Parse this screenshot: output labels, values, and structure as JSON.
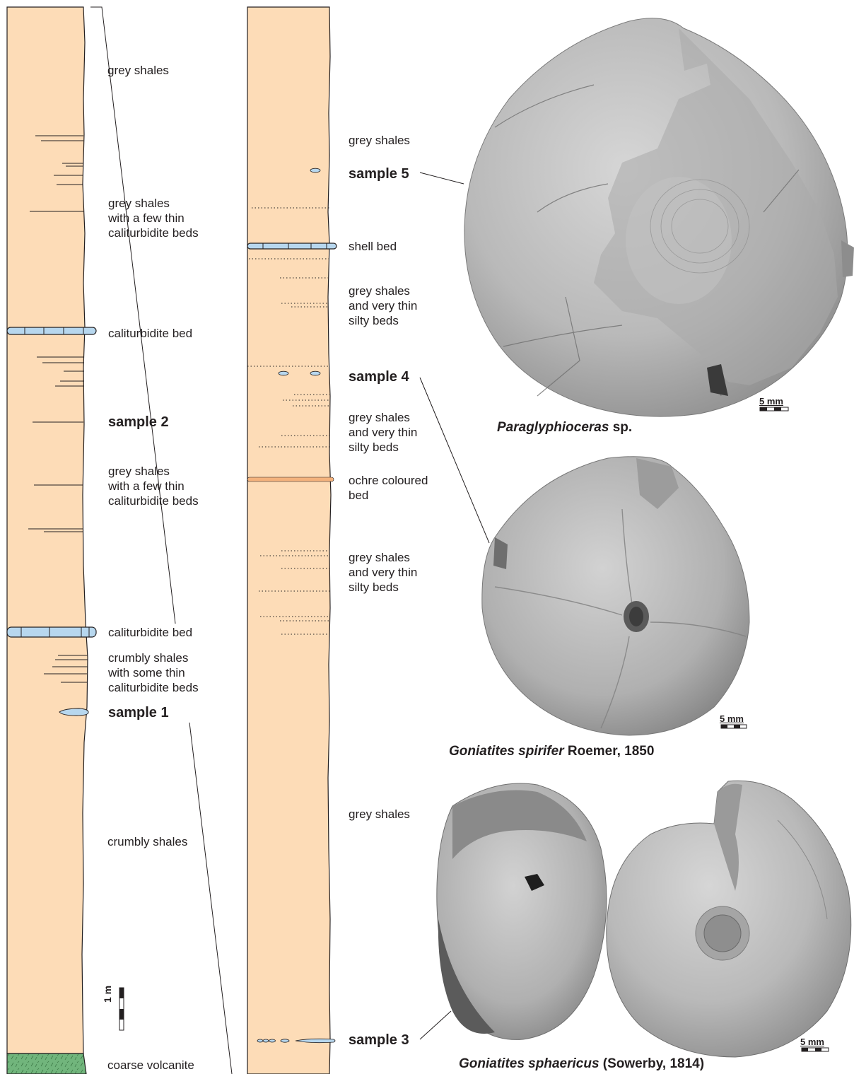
{
  "colors": {
    "shale": "#fddcb7",
    "calciturbidite": "#b7d7ee",
    "ochre": "#f4b27c",
    "volcanite": "#71b57c",
    "line": "#231f20"
  },
  "left_column": {
    "labels": [
      "grey shales",
      "grey shales\nwith a few thin\ncaliturbidite beds",
      "caliturbidite bed",
      "grey shales\nwith a few thin\ncaliturbidite beds",
      "caliturbidite bed",
      "crumbly shales\nwith some thin\ncaliturbidite beds",
      "crumbly shales",
      "coarse volcanite"
    ],
    "samples": [
      "sample 2",
      "sample 1"
    ],
    "scale_label": "1 m"
  },
  "right_column": {
    "labels": [
      "grey shales",
      "shell bed",
      "grey shales\nand very thin\nsilty beds",
      "grey shales\nand very thin\nsilty beds",
      "ochre coloured\nbed",
      "grey shales\nand very thin\nsilty beds",
      "grey shales"
    ],
    "samples": [
      "sample 5",
      "sample 4",
      "sample 3"
    ]
  },
  "fossils": [
    {
      "genus": "Paraglyphioceras",
      "rest": " sp.",
      "scale": "5 mm"
    },
    {
      "genus": "Goniatites spirifer",
      "rest": " Roemer, 1850",
      "scale": "5 mm"
    },
    {
      "genus": "Goniatites sphaericus",
      "rest": " (Sowerby, 1814)",
      "scale": "5 mm"
    }
  ]
}
